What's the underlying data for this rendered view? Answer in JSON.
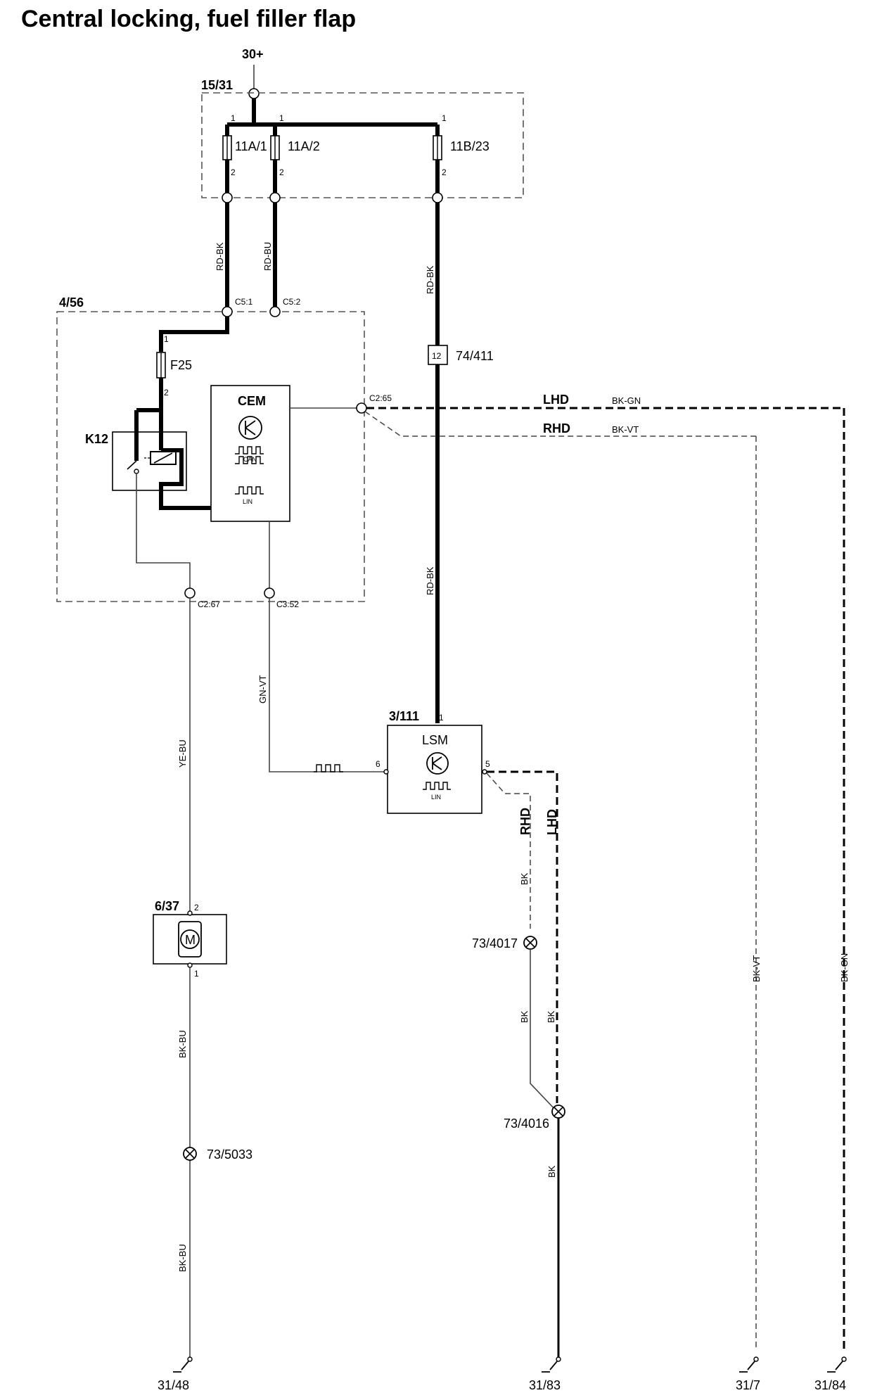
{
  "title": "Central locking, fuel filler flap",
  "supply": {
    "label": "30+"
  },
  "fusebox": {
    "id": "15/31",
    "fuses": [
      {
        "name": "11A/1",
        "pin_in": "1",
        "pin_out": "2"
      },
      {
        "name": "11A/2",
        "pin_in": "1",
        "pin_out": "2"
      },
      {
        "name": "11B/23",
        "pin_in": "1",
        "pin_out": "2"
      }
    ]
  },
  "wires": {
    "w1": "RD-BK",
    "w2": "RD-BU",
    "w3": "RD-BK",
    "w3b": "RD-BK",
    "cem_lin": "GN-VT",
    "motor_supply": "YE-BU",
    "motor_ground_1": "BK-BU",
    "motor_ground_2": "BK-BU",
    "lsm_rhd": "BK",
    "lsm_rhd_2": "BK",
    "lsm_lhd": "BK",
    "lsm_ground": "BK",
    "rhd_line": "BK-VT",
    "lhd_line": "BK-GN",
    "rhd_vertical": "BK-VT",
    "lhd_vertical": "BK-GN"
  },
  "cem_module": {
    "id": "4/56",
    "name": "CEM",
    "connectors": {
      "c5_1": "C5:1",
      "c5_2": "C5:2",
      "c2_65": "C2:65",
      "c2_67": "C2:67",
      "c3_52": "C3:52"
    },
    "fuse": {
      "name": "F25",
      "pin_in": "1",
      "pin_out": "2"
    },
    "relay": "K12",
    "bus_can": "CAN",
    "bus_lin": "LIN"
  },
  "connector_74": {
    "id": "74/411",
    "pin": "12"
  },
  "lsm": {
    "id": "3/111",
    "name": "LSM",
    "bus": "LIN",
    "pin_supply": "1",
    "pin_lin": "6",
    "pin_out": "5"
  },
  "motor": {
    "id": "6/37",
    "symbol": "M",
    "pin_top": "2",
    "pin_bottom": "1"
  },
  "variants": {
    "lhd": "LHD",
    "rhd": "RHD",
    "rhd_v": "RHD",
    "lhd_v": "LHD"
  },
  "splices": {
    "s1": "73/4017",
    "s2": "73/4016",
    "s3": "73/5033"
  },
  "grounds": {
    "g1": "31/48",
    "g2": "31/83",
    "g3": "31/7",
    "g4": "31/84"
  }
}
